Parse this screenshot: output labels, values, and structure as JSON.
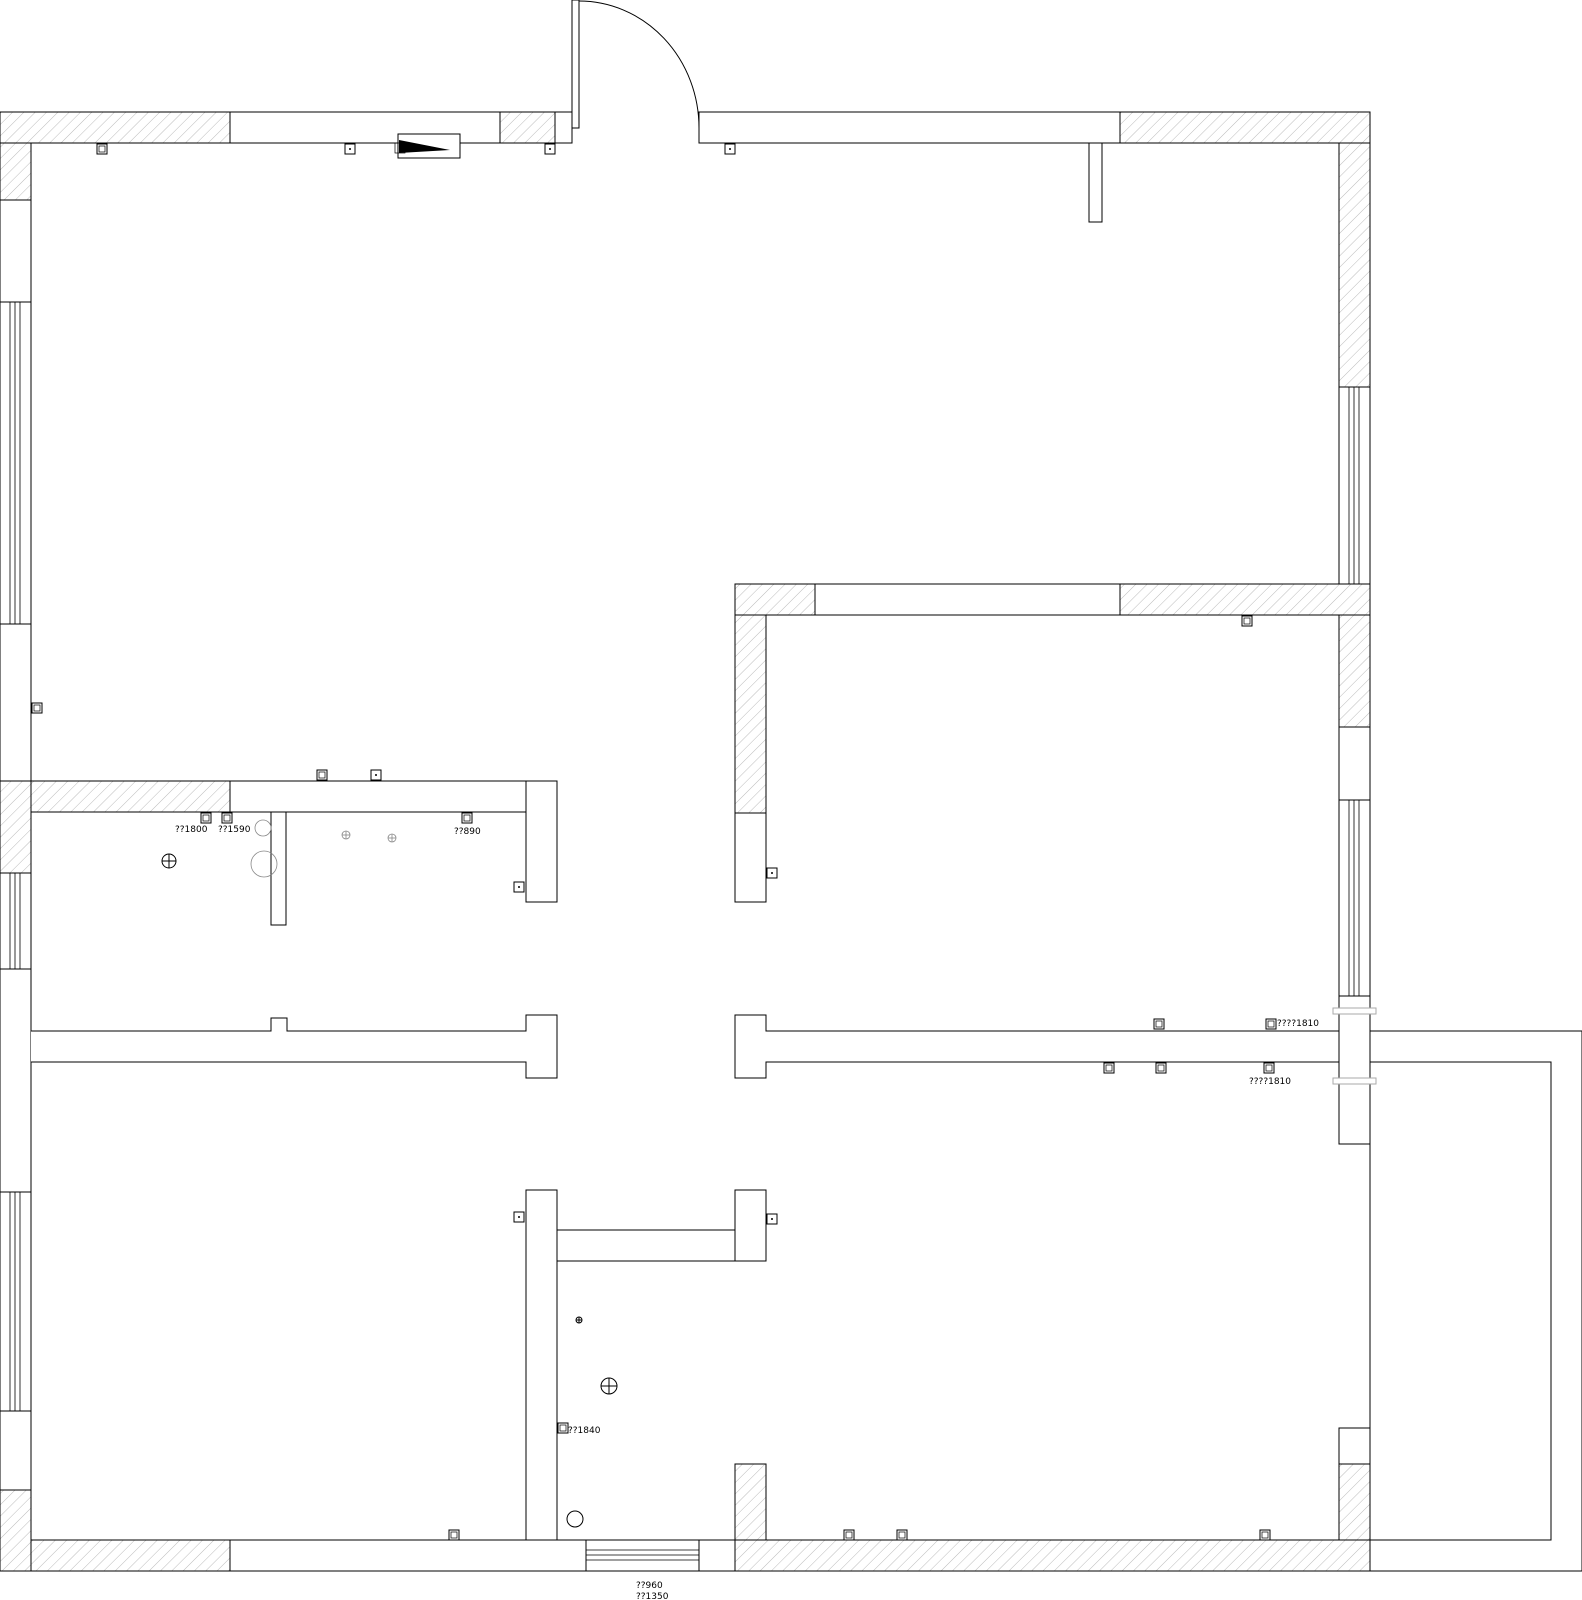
{
  "labels": {
    "l1800": "??1800",
    "l1590": "??1590",
    "l890": "??890",
    "l1810a": "????1810",
    "l1810b": "????1810",
    "l1840": "??1840",
    "l960": "??960",
    "l1350": "??1350"
  },
  "colors": {
    "line": "#000000",
    "hatch": "#bbbbbb",
    "background": "#ffffff"
  }
}
